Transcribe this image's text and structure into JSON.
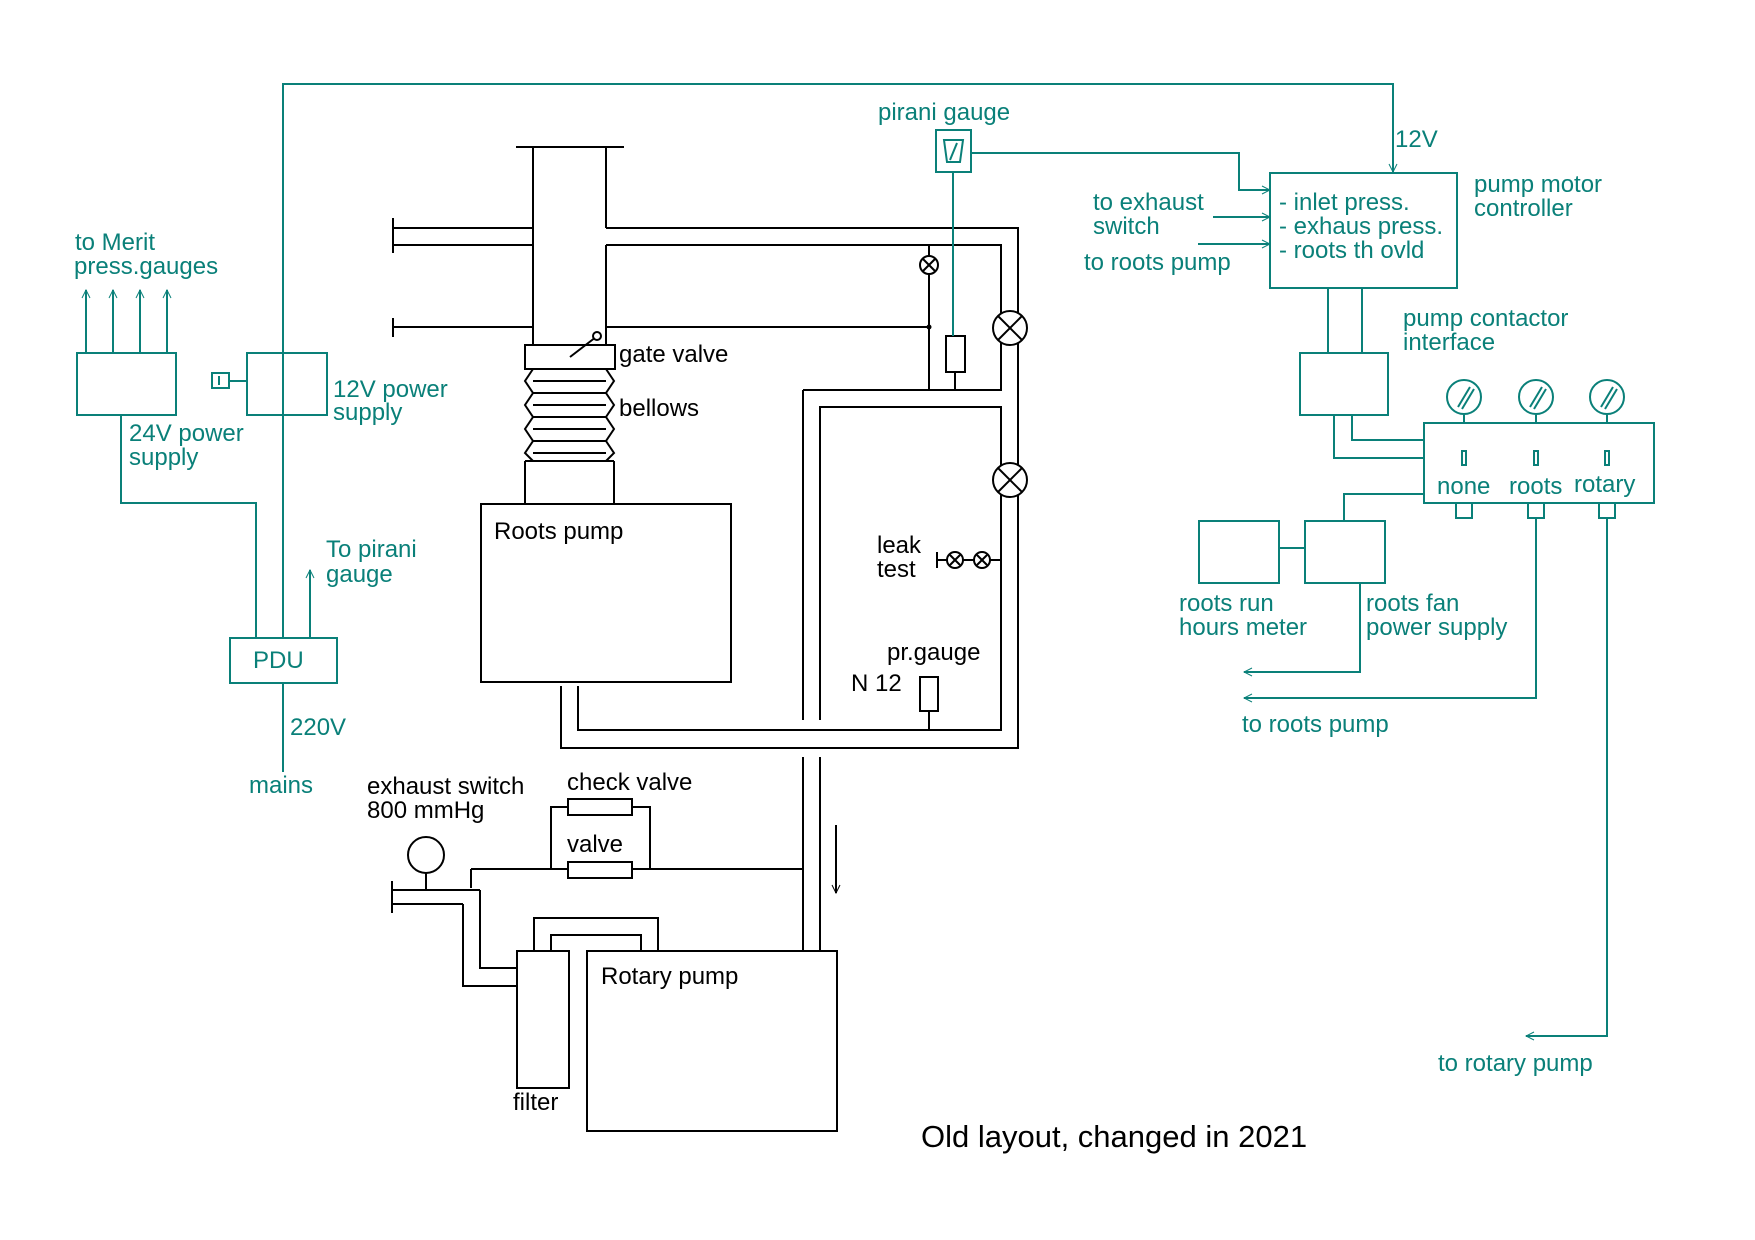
{
  "colors": {
    "wiring": "#0a8079",
    "vacuum": "#000000",
    "background": "#ffffff"
  },
  "labels": {
    "to_merit_1": "to Merit",
    "to_merit_2": "press.gauges",
    "power24_1": "24V power",
    "power24_2": "supply",
    "power12_1": "12V power",
    "power12_2": "supply",
    "to_pirani_1": "To pirani",
    "to_pirani_2": "gauge",
    "pdu": "PDU",
    "v220": "220V",
    "mains": "mains",
    "pirani_gauge": "pirani gauge",
    "gate_valve": "gate valve",
    "bellows": "bellows",
    "roots_pump": "Roots pump",
    "leak_1": "leak",
    "leak_2": "test",
    "prgauge": "pr.gauge",
    "n12": "N 12",
    "exhaust_switch_1": "exhaust switch",
    "exhaust_switch_2": "800 mmHg",
    "check_valve": "check valve",
    "valve": "valve",
    "rotary_pump": "Rotary pump",
    "filter": "filter",
    "v12": "12V",
    "to_exhaust_1": "to exhaust",
    "to_exhaust_2": "switch",
    "to_roots_pump_top": "to roots pump",
    "ctrl_line1": "- inlet press.",
    "ctrl_line2": "- exhaus press.",
    "ctrl_line3": "- roots th ovld",
    "pmc_1": "pump motor",
    "pmc_2": "controller",
    "pci_1": "pump contactor",
    "pci_2": "interface",
    "sw_none": "none",
    "sw_roots": "roots",
    "sw_rotary": "rotary",
    "rrhm_1": "roots run",
    "rrhm_2": "hours meter",
    "rfps_1": "roots fan",
    "rfps_2": "power supply",
    "to_roots_pump_bottom": "to roots pump",
    "to_rotary_pump": "to rotary pump",
    "caption": "Old layout, changed in 2021"
  }
}
